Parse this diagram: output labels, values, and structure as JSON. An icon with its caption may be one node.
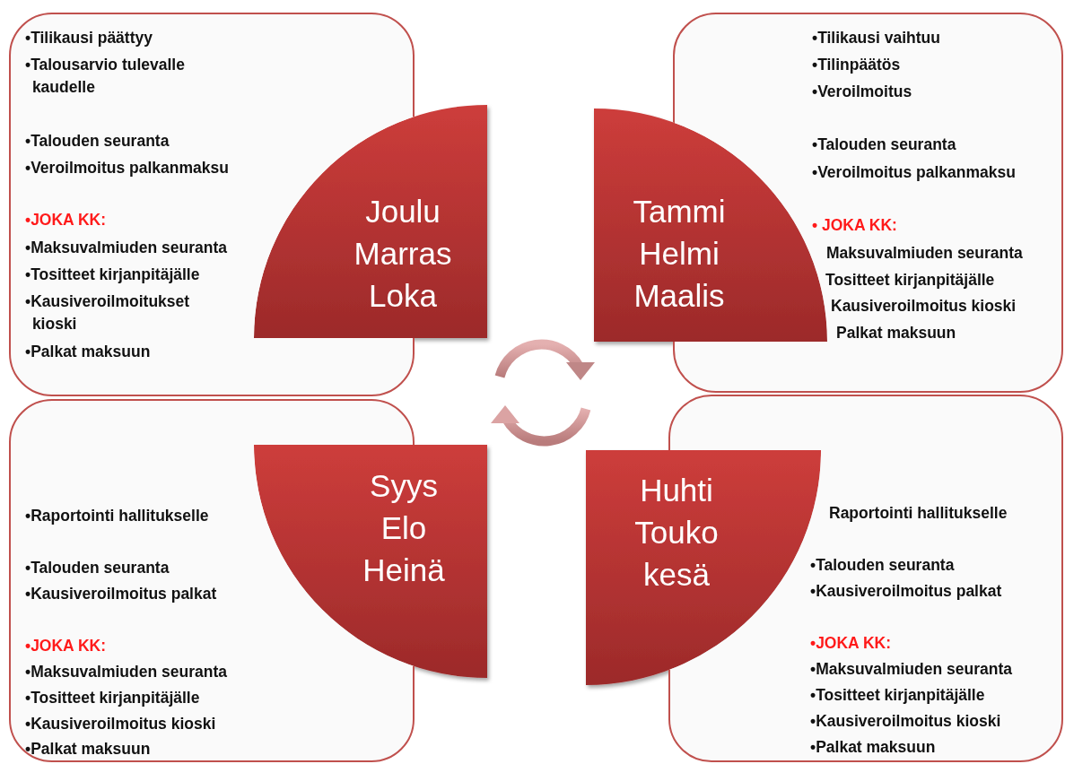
{
  "diagram": {
    "nodes": [
      {
        "text": [
          "•Tilikausi päättyy",
          "•Talousarvio tulevalle kaudelle",
          "•Talouden seuranta",
          "•Veroilmoitus palkanmaksu",
          "•JOKA KK:",
          "•Maksuvalmiuden seuranta",
          "•Tositteet kirjanpitäjälle",
          "•Kausiveroilmoitukset kioski",
          "•Palkat maksuun"
        ]
      },
      {
        "text": [
          "Joulu Marras Loka"
        ]
      },
      {
        "text": [
          "•Tilikausi vaihtuu",
          "•Tilinpäätös",
          "•Veroilmoitus",
          "•Talouden seuranta",
          "•Veroilmoitus palkanmaksu",
          "• JOKA KK:",
          "Maksuvalmiuden seuranta",
          "Tositteet kirjanpitäjälle",
          "Kausiveroilmoitus kioski",
          "Palkat maksuun"
        ]
      },
      {
        "text": [
          "Tammi Helmi Maalis"
        ]
      },
      {
        "text": [
          "•Raportointi hallitukselle",
          "•Talouden seuranta",
          "•Kausiveroilmoitus palkat",
          "•JOKA KK:",
          "•Maksuvalmiuden seuranta",
          "•Tositteet kirjanpitäjälle",
          "•Kausiveroilmoitus kioski",
          "•Palkat maksuun"
        ]
      },
      {
        "text": [
          "Syys Elo Heinä"
        ]
      },
      {
        "text": [
          "Raportointi hallitukselle",
          "•Talouden seuranta",
          "•Kausiveroilmoitus palkat",
          "•JOKA KK:",
          "•Maksuvalmiuden seuranta",
          "•Tositteet kirjanpitäjälle",
          "•Kausiveroilmoitus kioski",
          "•Palkat maksuun"
        ]
      },
      {
        "text": [
          "Huhti Touko kesä"
        ]
      }
    ]
  }
}
